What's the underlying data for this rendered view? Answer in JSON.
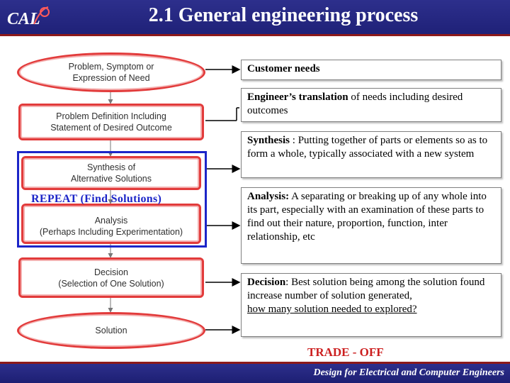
{
  "header": {
    "logo_text": "CAL",
    "title": "2.1 General engineering process"
  },
  "flow": {
    "step1_line1": "Problem, Symptom or",
    "step1_line2": "Expression of Need",
    "step2_line1": "Problem Definition Including",
    "step2_line2": "Statement of Desired  Outcome",
    "step3_line1": "Synthesis of",
    "step3_line2": "Alternative Solutions",
    "step4_line1": "Analysis",
    "step4_line2": "(Perhaps Including Experimentation)",
    "step5_line1": "Decision",
    "step5_line2": "(Selection of One Solution)",
    "step6_line1": "Solution",
    "repeat_label": "REPEAT (Find Solutions)"
  },
  "descriptions": {
    "customer": "Customer needs",
    "engineer_term": "Engineer’s translation",
    "engineer_rest": " of needs including desired outcomes",
    "synthesis_term": "Synthesis",
    "synthesis_rest": " : Putting together of parts or elements so as to form a whole, typically associated with a new system",
    "analysis_term": "Analysis:",
    "analysis_rest": " A separating or breaking up of any whole into its part, especially with an examination of these parts to find out their nature, proportion, function, inter relationship, etc",
    "decision_term": "Decision",
    "decision_rest": ": Best solution being among the solution found increase number of solution generated,",
    "decision_question": "how many solution needed to explored?"
  },
  "trade_off": "TRADE - OFF",
  "footer": {
    "text": "Design for Electrical and Computer Engineers"
  },
  "colors": {
    "header_blue": "#2d2f8c",
    "flow_red": "#e23b3b",
    "repeat_blue": "#1c25c8",
    "trade_red": "#cc1f1f"
  }
}
